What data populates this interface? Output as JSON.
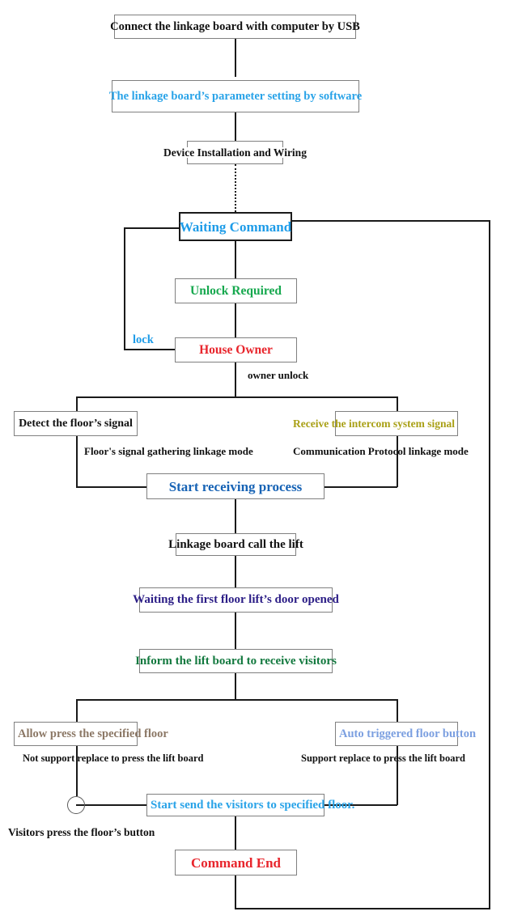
{
  "diagram": {
    "title": "Linkage board workflow flowchart",
    "nodes": {
      "connect_usb": {
        "label": "Connect the linkage board with computer by USB",
        "color": "#111111"
      },
      "param_setting": {
        "label": "The linkage board’s parameter setting by software",
        "color": "#29a3e8"
      },
      "device_install": {
        "label": "Device Installation and Wiring",
        "color": "#111111"
      },
      "waiting_command": {
        "label": "Waiting Command",
        "color": "#1e9ce8"
      },
      "unlock_required": {
        "label": "Unlock Required",
        "color": "#16a84e"
      },
      "house_owner": {
        "label": "House Owner",
        "color": "#e8252c"
      },
      "detect_floor": {
        "label": "Detect the floor’s signal",
        "color": "#111111"
      },
      "receive_intercom": {
        "label": "Receive the intercom system signal",
        "color": "#a9a016"
      },
      "start_receiving": {
        "label": "Start receiving process",
        "color": "#1763b5"
      },
      "call_lift": {
        "label": "Linkage board call the lift",
        "color": "#111111"
      },
      "waiting_door": {
        "label": "Waiting the first floor lift’s door opened",
        "color": "#2b1d86"
      },
      "inform_lift": {
        "label": "Inform the lift board to receive visitors",
        "color": "#13793f"
      },
      "allow_press": {
        "label": "Allow press the specified floor",
        "color": "#8b7765"
      },
      "auto_triggered": {
        "label": "Auto triggered floor button",
        "color": "#7b9fe0"
      },
      "start_send": {
        "label": "Start send the visitors to specified floor.",
        "color": "#29a3e8"
      },
      "command_end": {
        "label": "Command End",
        "color": "#e8252c"
      }
    },
    "edge_labels": {
      "lock": {
        "text": "lock",
        "color": "#1e9ce8"
      },
      "owner_unlock": {
        "text": "owner unlock",
        "color": "#111111"
      },
      "floor_mode": {
        "text": "Floor's signal gathering linkage mode",
        "color": "#111111"
      },
      "protocol_mode": {
        "text": "Communication Protocol linkage mode",
        "color": "#111111"
      },
      "not_support": {
        "text": "Not support replace to press the lift board",
        "color": "#111111"
      },
      "support": {
        "text": "Support replace to press the lift board",
        "color": "#111111"
      },
      "visitors_press": {
        "text": "Visitors press the floor’s button",
        "color": "#111111"
      }
    },
    "style": {
      "line_color": "#1a1a1a",
      "box_border": "#808080",
      "thick_border": "#1a1a1a",
      "background": "#ffffff"
    }
  }
}
